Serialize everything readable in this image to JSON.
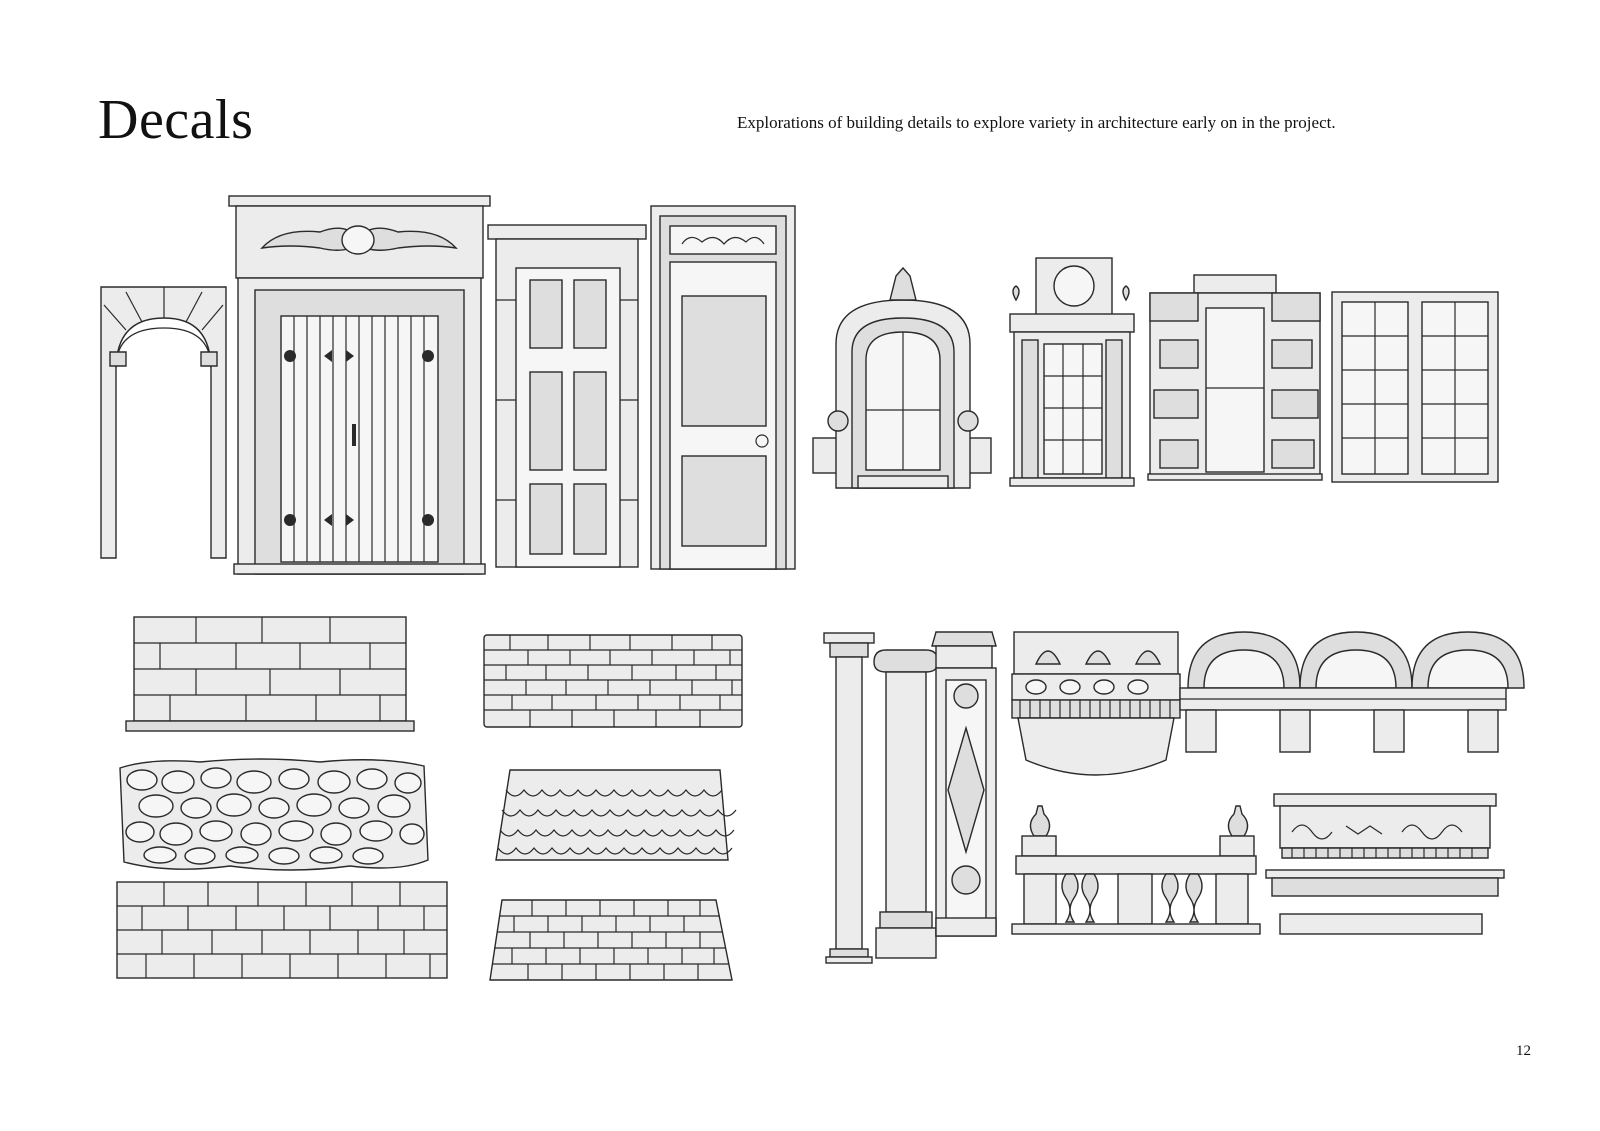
{
  "page": {
    "title": "Decals",
    "subtitle": "Explorations of building details to explore variety in architecture early on in the project.",
    "page_number": "12"
  },
  "colors": {
    "line": "#2a2a2a",
    "fill": "#ececec",
    "background": "#ffffff"
  }
}
